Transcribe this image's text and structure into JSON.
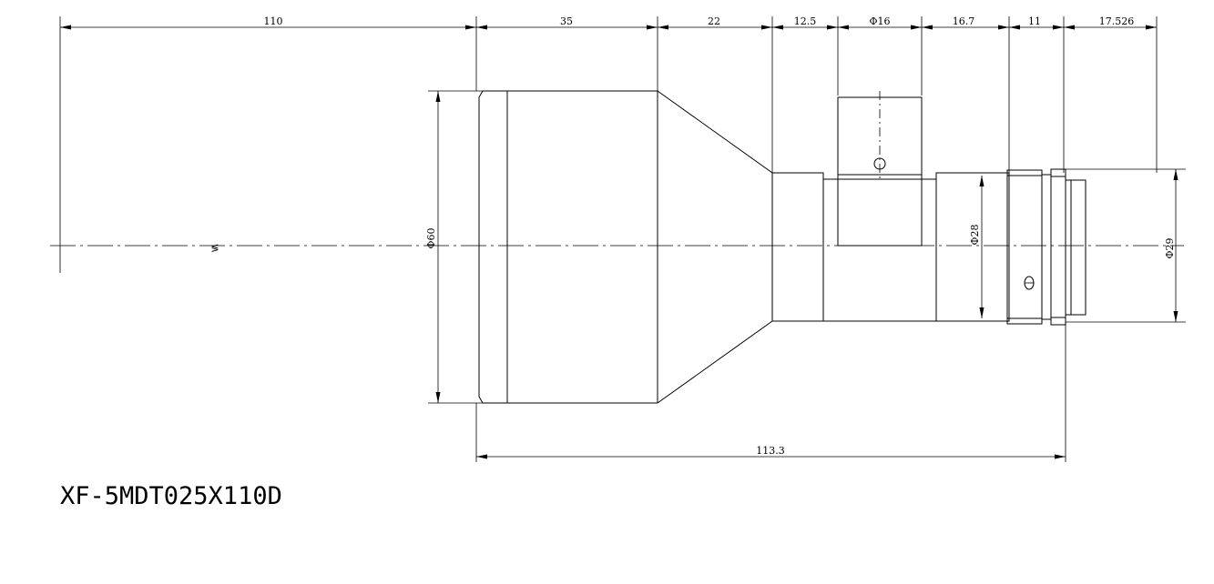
{
  "dimensions": {
    "top": [
      "110",
      "35",
      "22",
      "12.5",
      "Φ16",
      "16.7",
      "11",
      "17.526"
    ],
    "overall_length": "113.3",
    "diameters": {
      "front": "Φ60",
      "middle": "Φ28",
      "rear": "Φ29"
    }
  },
  "break_symbol": "≶",
  "model_name": "XF-5MDT025X110D"
}
